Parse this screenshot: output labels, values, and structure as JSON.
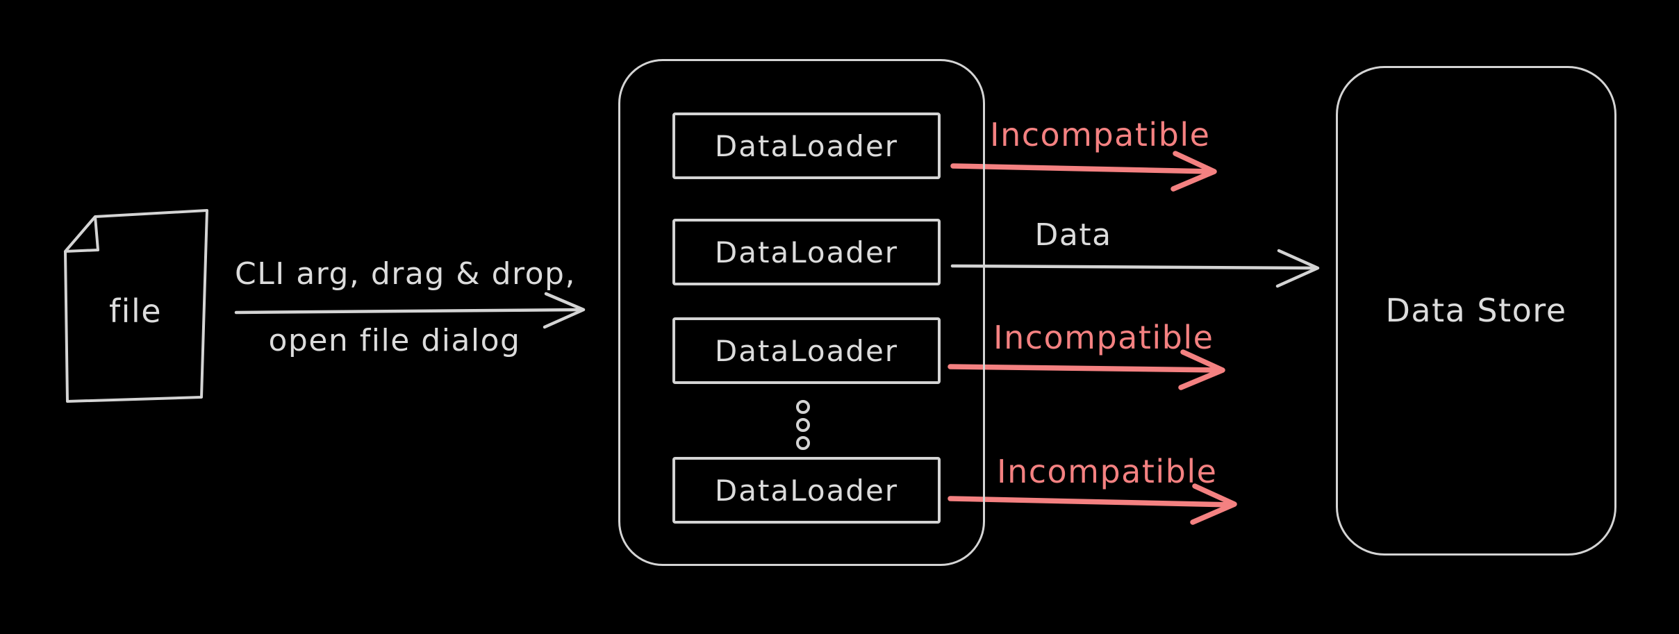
{
  "colors": {
    "background": "#000000",
    "stroke": "#d4d4d4",
    "text": "#dcdcdc",
    "red": "#f48181"
  },
  "file_node": {
    "label": "file",
    "icon": "document-icon"
  },
  "input_flow": {
    "label_line1": "CLI arg, drag & drop,",
    "label_line2": "open file dialog"
  },
  "loader_stack": {
    "items": [
      {
        "label": "DataLoader"
      },
      {
        "label": "DataLoader"
      },
      {
        "label": "DataLoader"
      },
      {
        "label": "DataLoader"
      }
    ],
    "ellipsis": "vertical-dots"
  },
  "output_flows": {
    "row1": {
      "label": "Incompatible",
      "status": "incompatible"
    },
    "row2": {
      "label": "Data",
      "status": "ok"
    },
    "row3": {
      "label": "Incompatible",
      "status": "incompatible"
    },
    "row4": {
      "label": "Incompatible",
      "status": "incompatible"
    }
  },
  "data_store": {
    "label": "Data Store"
  }
}
